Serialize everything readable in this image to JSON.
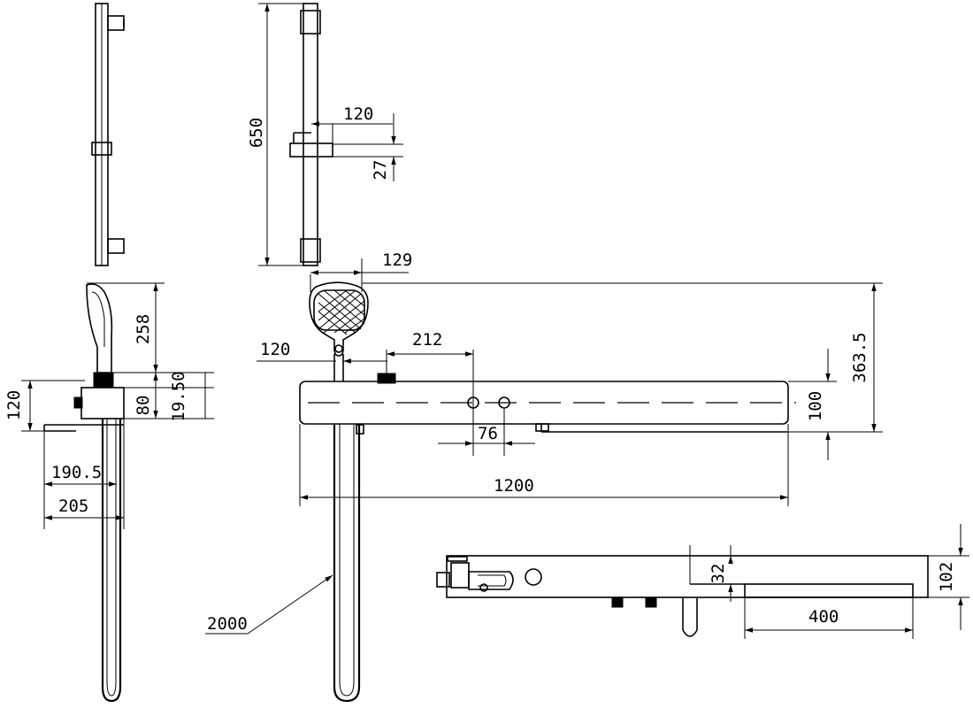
{
  "dimensions": {
    "rail_length": "650",
    "holder_width": "120",
    "holder_height": "27",
    "head_width": "129",
    "total_height": "363.5",
    "offset_120": "120",
    "offset_212": "212",
    "valve_spacing": "76",
    "shelf_depth": "100",
    "shelf_length": "1200",
    "hose_length": "2000",
    "side_handset_height": "258",
    "side_offset_19_50": "19.50",
    "side_body_80": "80",
    "side_body_120": "120",
    "side_depth_190_5": "190.5",
    "side_depth_205": "205",
    "plan_depth_32": "32",
    "plan_depth_102": "102",
    "plan_shelf_400": "400"
  }
}
